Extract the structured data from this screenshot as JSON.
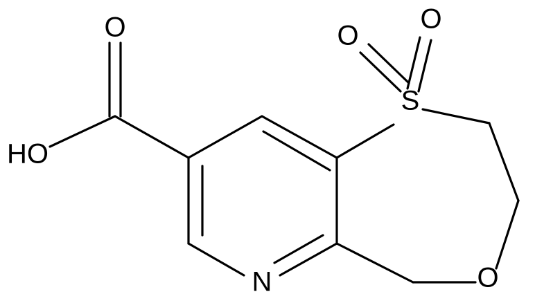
{
  "molecule": {
    "atoms": {
      "O_carbonyl": "O",
      "O_hydroxyl": "HO",
      "O_sulfonyl_left": "O",
      "O_sulfonyl_right": "O",
      "S": "S",
      "N": "N",
      "O_ring": "O"
    },
    "color": "#000000",
    "background": "#ffffff"
  }
}
